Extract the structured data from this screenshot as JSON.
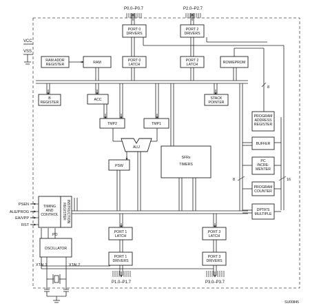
{
  "top_ports": {
    "p0_pins": "P0.0–P0.7",
    "p2_pins": "P2.0–P2.7"
  },
  "power": {
    "vcc": "VCC",
    "vss": "VSS"
  },
  "blocks": {
    "port0_drivers": [
      "PORT 0",
      "DRIVERS"
    ],
    "port2_drivers": [
      "PORT 2",
      "DRIVERS"
    ],
    "ram_addr_register": [
      "RAM ADDR",
      "REGISTER"
    ],
    "ram": [
      "RAM"
    ],
    "port0_latch": [
      "PORT 0",
      "LATCH"
    ],
    "port2_latch": [
      "PORT 2",
      "LATCH"
    ],
    "rom_eprom": [
      "ROM/EPROM"
    ],
    "b_register": [
      "B",
      "REGISTER"
    ],
    "acc": [
      "ACC"
    ],
    "stack_pointer": [
      "STACK",
      "POINTER"
    ],
    "tmp2": [
      "TMP2"
    ],
    "tmp1": [
      "TMP1"
    ],
    "alu": [
      "ALU"
    ],
    "psw": [
      "PSW"
    ],
    "sfrs_timers": [
      "SFRs",
      "TIMERS"
    ],
    "program_address_register": [
      "PROGRAM",
      "ADDRESS",
      "REGISTER"
    ],
    "buffer": [
      "BUFFER"
    ],
    "pc_incrementer": [
      "PC",
      "INCRE-",
      "MENTER"
    ],
    "program_counter": [
      "PROGRAM",
      "COUNTER"
    ],
    "dptr_multiple": [
      "DPTR'S",
      "MULTIPLE"
    ],
    "timing_control": [
      "TIMING",
      "AND",
      "CONTROL"
    ],
    "instruction_register": [
      "INSTRUCTION",
      "REGISTER"
    ],
    "oscillator": [
      "OSCILLATOR"
    ],
    "port1_latch": [
      "PORT 1",
      "LATCH"
    ],
    "port3_latch": [
      "PORT 3",
      "LATCH"
    ],
    "port1_drivers": [
      "PORT 1",
      "DRIVERS"
    ],
    "port3_drivers": [
      "PORT 3",
      "DRIVERS"
    ]
  },
  "bus_labels": {
    "b8_top": "8",
    "b8_mid": "8",
    "b16": "16",
    "pd": "PD"
  },
  "control_pins": {
    "psen": "PSEN",
    "ale_prog": "ALE/PROG",
    "ea_vpp": "EA/VPP",
    "rst": "RST"
  },
  "crystal": {
    "xtal1": "XTAL1",
    "xtal2": "XTAL2"
  },
  "bottom_ports": {
    "p1_pins": "P1.0–P1.7",
    "p3_pins": "P3.0–P3.7"
  },
  "figure_code": "SU00845"
}
